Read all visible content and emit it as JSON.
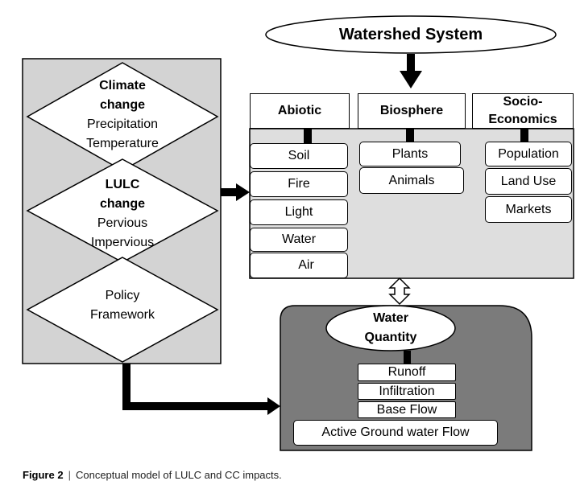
{
  "title": "Watershed System",
  "drivers": [
    {
      "bold": [
        "Climate",
        "change"
      ],
      "normal": [
        "Precipitation",
        "Temperature"
      ]
    },
    {
      "bold": [
        "LULC",
        "change"
      ],
      "normal": [
        "Pervious",
        "Impervious"
      ]
    },
    {
      "bold": [],
      "normal": [
        "Policy",
        "Framework"
      ]
    }
  ],
  "categories": [
    {
      "heading": [
        "Abiotic"
      ],
      "items": [
        "Soil",
        "Fire",
        "Light",
        "Water",
        "Air"
      ]
    },
    {
      "heading": [
        "Biosphere"
      ],
      "items": [
        "Plants",
        "Animals"
      ]
    },
    {
      "heading": [
        "Socio-",
        "Economics"
      ],
      "items": [
        "Population",
        "Land Use",
        "Markets"
      ]
    }
  ],
  "water_quantity": {
    "title_lines": [
      "Water",
      "Quantity"
    ],
    "items": [
      "Runoff",
      "Infiltration",
      "Base Flow"
    ],
    "wide_item": "Active Ground water Flow"
  },
  "caption": {
    "label": "Figure 2",
    "separator": "|",
    "text": "Conceptual model of LULC and CC impacts."
  },
  "colors": {
    "left_panel": "#d3d3d3",
    "system_panel": "#dedede",
    "water_panel": "#7b7b7b"
  }
}
